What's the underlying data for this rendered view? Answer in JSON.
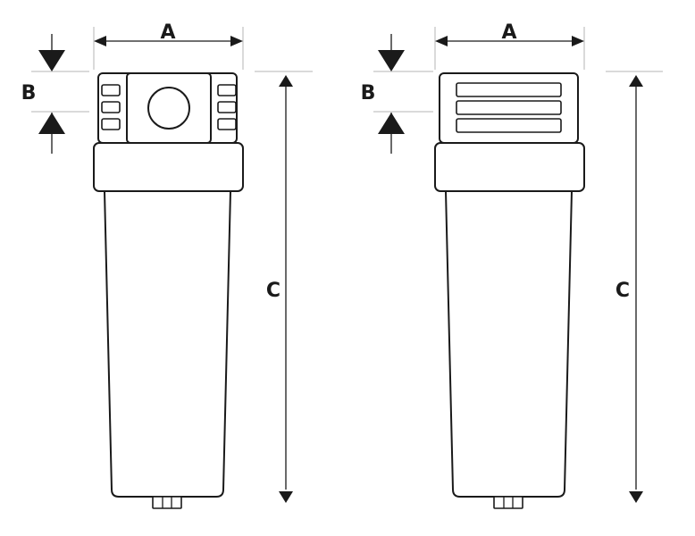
{
  "labels": {
    "width": "A",
    "cap_height": "B",
    "overall_height": "C"
  },
  "colors": {
    "stroke": "#1a1a1a",
    "guide": "#b5b5b5",
    "fill": "#ffffff"
  }
}
